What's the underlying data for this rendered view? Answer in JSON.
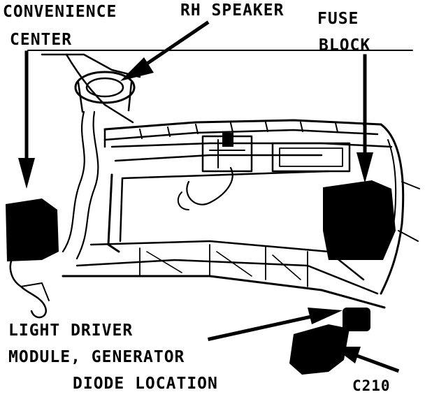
{
  "labels": {
    "convenience_line1": "CONVENIENCE",
    "convenience_line2": "CENTER",
    "rh_speaker": "RH SPEAKER",
    "fuse_line1": "FUSE",
    "fuse_line2": "BLOCK",
    "ldm_line1": "LIGHT DRIVER",
    "ldm_line2": "MODULE, GENERATOR",
    "ldm_line3": "DIODE LOCATION",
    "c210": "C210"
  },
  "colors": {
    "ink": "#000000",
    "paper": "#ffffff"
  }
}
